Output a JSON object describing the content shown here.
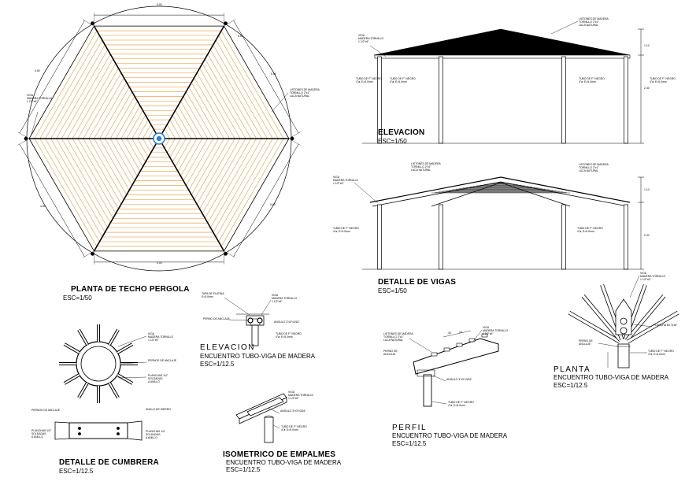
{
  "drawing": {
    "colors": {
      "ink": "#000000",
      "wood": "#e8912e",
      "hub": "#2a7fd4",
      "roof": "#000000"
    },
    "plan": {
      "title": "PLANTA DE TECHO PERGOLA",
      "scale": "ESC=1/50",
      "dims": {
        "top": "5.00",
        "top_right": "5.00",
        "right": "5.00",
        "bottom_right": "5.00",
        "bottom": "5.00",
        "left": "4.50",
        "left_low": "4.50"
      },
      "note_left": "VIGA\nMADERA TORNILLO\n1 1/2\"x6\"",
      "note_right": "LISTONES DE MADERA\nTORNILLO 2\"x1\"\nLACA NATURAL"
    },
    "elevation": {
      "title": "ELEVACION",
      "scale": "ESC=1/50",
      "note_roof": "LISTONES DE MADERA\nTORNILLO 2\"x1\"\nLACA NATURAL",
      "note_beam": "VIGA\nMADERA TORNILLO\n1 1/2\"x6\"",
      "note_tube_left": "TUBO DE F° NEGRO\n4\"ø, E=5.0mm",
      "note_tube_mid": "TUBO DE F° NEGRO\n4\"ø, E=5.0mm",
      "note_tube_mid2": "TUBO DE F° NEGRO\n4\"ø, E=5.0mm",
      "note_tube_right": "TUBO DE F° NEGRO\n4\"ø, E=5.0mm",
      "dim_top": "1.10",
      "dim_bottom": "2.40"
    },
    "detail_beams": {
      "title": "DETALLE DE VIGAS",
      "scale": "ESC=1/50",
      "note_roof_left": "LISTONES DE MADERA\nTORNILLO 2\"x1\"\nLACA NATURAL",
      "note_roof_right": "LISTONES DE MADERA\nTORNILLO 2\"x1\"\nLACA NATURAL",
      "note_beam": "VIGA\nMADERA TORNILLO\n1 1/2\"x6\"",
      "note_tube_left": "TUBO DE F° NEGRO\n4\"ø, E=5.0mm",
      "note_tube_right": "TUBO DE F° NEGRO\n4\"ø, E=5.0mm",
      "dim_top": "1.10",
      "dim_bottom": "2.40"
    },
    "ridge": {
      "title": "DETALLE DE CUMBRERA",
      "scale": "ESC=1/12.5",
      "note_beam": "VIGA\nMADERA TORNILLO\n1 1/2\"x6\"",
      "note_bolts": "PERNOS DE ANCLAJE",
      "note_plate": "PLANCHAS 1/4\"\nSOLDADAS\nA ANILLO",
      "note_ring": "ANILLO DE HIERRO",
      "note_bolts2": "PERNOS DE ANCLAJE",
      "note_plate2": "PLANCHAS 1/4\"\nSOLDADAS\nA ANILLO",
      "note_plate3": "PLANCHAS 1/4\"\nSOLDADAS\nA ANILLO"
    },
    "elev_detail": {
      "title": "ELEVACION",
      "line1": "ENCUENTRO TUBO-VIGA DE MADERA",
      "scale": "ESC=1/12.5",
      "note_cap": "TAPA DE PLATINA\nE=5.0mm",
      "note_beam": "VIGA\nMADERA TORNILLO\n1 1/2\"x6\"",
      "note_bolt": "PERNO DE ANCLAJE",
      "note_angle": "ANGULO 3\"x3\"x3/16\"",
      "note_tube": "TUBO DE F° NEGRO\n4\"ø, E=5.0mm"
    },
    "iso": {
      "title": "ISOMETRICO DE EMPALMES",
      "line1": "ENCUENTRO TUBO-VIGA DE MADERA",
      "scale": "ESC=1/12.5",
      "note_beam": "VIGA\nMADERA TORNILLO\n1 1/2\"x6\"",
      "note_angle": "ANGULO 3\"x3\"x3/16\"",
      "note_tube": "TUBO DE F° NEGRO\n4\"ø, E=5.0mm"
    },
    "profile": {
      "title": "PERFIL",
      "line1": "ENCUENTRO TUBO-VIGA DE MADERA",
      "scale": "ESC=1/12.5",
      "note_slats": "LISTONES DE MADERA\nTORNILLO 2\"x1\"\nLACA NATURAL",
      "note_beam": "VIGA\nMADERA TORNILLO\n1 1/2\"x6\"",
      "note_bolt": "PERNO DE\nANCLAJE",
      "note_angle": "ANGULO 3\"x3\"x3/16\"",
      "note_tube": "TUBO DE F° NEGRO\n4\"ø, E=5.0mm",
      "dim1": ".30",
      "dim2": ".10"
    },
    "plan_detail": {
      "title": "PLANTA",
      "line1": "ENCUENTRO TUBO-VIGA DE MADERA",
      "scale": "ESC=1/12.5",
      "note_beam": "VIGA\nMADERA TORNILLO\n1 1/2\"x6\"",
      "note_bolt": "PERNO DE\nANCLAJE",
      "note_plate": "PLANCHA DE 3/16\"",
      "note_tube": "TUBO DE F° NEGRO\n4\"ø, E=5.0mm"
    }
  }
}
